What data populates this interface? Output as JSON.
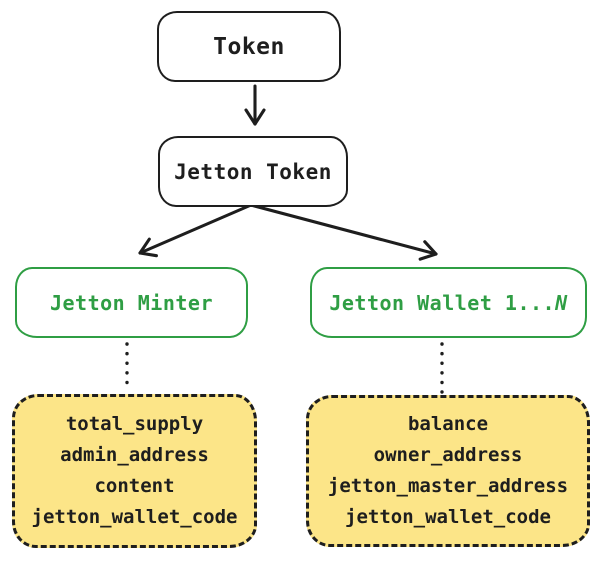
{
  "colors": {
    "stroke": "#1e1e1e",
    "green": "#2f9e44",
    "yellow_fill": "#fce588",
    "background": "#ffffff"
  },
  "nodes": {
    "token": {
      "label": "Token"
    },
    "jetton_token": {
      "label": "Jetton Token"
    },
    "jetton_minter": {
      "label": "Jetton Minter"
    },
    "jetton_wallet": {
      "label": "Jetton Wallet 1...",
      "label_suffix": "N"
    },
    "minter_fields": {
      "lines": [
        "total_supply",
        "admin_address",
        "content",
        "jetton_wallet_code"
      ]
    },
    "wallet_fields": {
      "lines": [
        "balance",
        "owner_address",
        "jetton_master_address",
        "jetton_wallet_code"
      ]
    }
  },
  "edges": [
    {
      "from": "token",
      "to": "jetton_token",
      "style": "arrow"
    },
    {
      "from": "jetton_token",
      "to": "jetton_minter",
      "style": "arrow"
    },
    {
      "from": "jetton_token",
      "to": "jetton_wallet",
      "style": "arrow"
    },
    {
      "from": "jetton_minter",
      "to": "minter_fields",
      "style": "dotted"
    },
    {
      "from": "jetton_wallet",
      "to": "wallet_fields",
      "style": "dotted"
    }
  ]
}
